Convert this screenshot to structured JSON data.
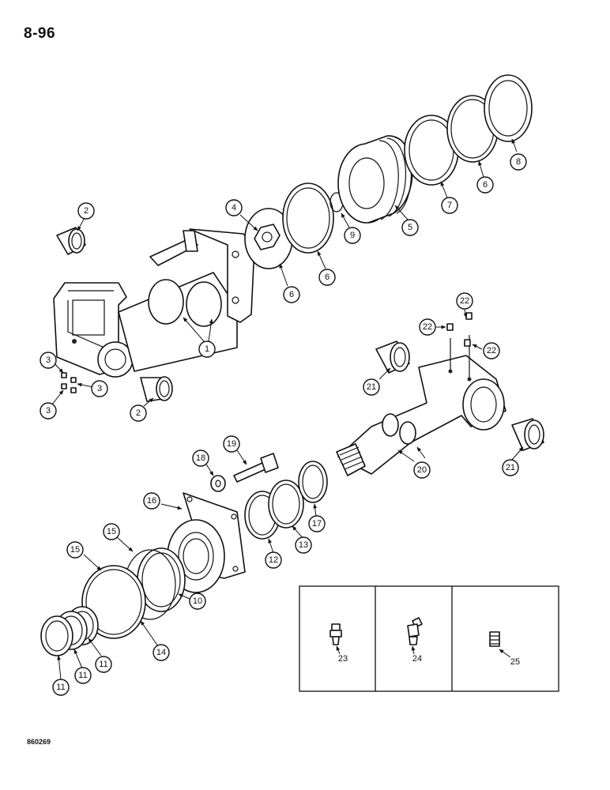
{
  "page": {
    "number": "8-96",
    "figure_code": "860269"
  },
  "callouts": {
    "c1": "1",
    "c2a": "2",
    "c2b": "2",
    "c3a": "3",
    "c3b": "3",
    "c3c": "3",
    "c4": "4",
    "c5": "5",
    "c6a": "6",
    "c6b": "6",
    "c6c": "6",
    "c7": "7",
    "c8": "8",
    "c9": "9",
    "c10": "10",
    "c11a": "11",
    "c11b": "11",
    "c11c": "11",
    "c12": "12",
    "c13": "13",
    "c14": "14",
    "c15a": "15",
    "c15b": "15",
    "c16": "16",
    "c17": "17",
    "c18": "18",
    "c19": "19",
    "c20": "20",
    "c21a": "21",
    "c21b": "21",
    "c22a": "22",
    "c22b": "22",
    "c22c": "22"
  },
  "inset": {
    "c23": "23",
    "c24": "24",
    "c25": "25"
  }
}
